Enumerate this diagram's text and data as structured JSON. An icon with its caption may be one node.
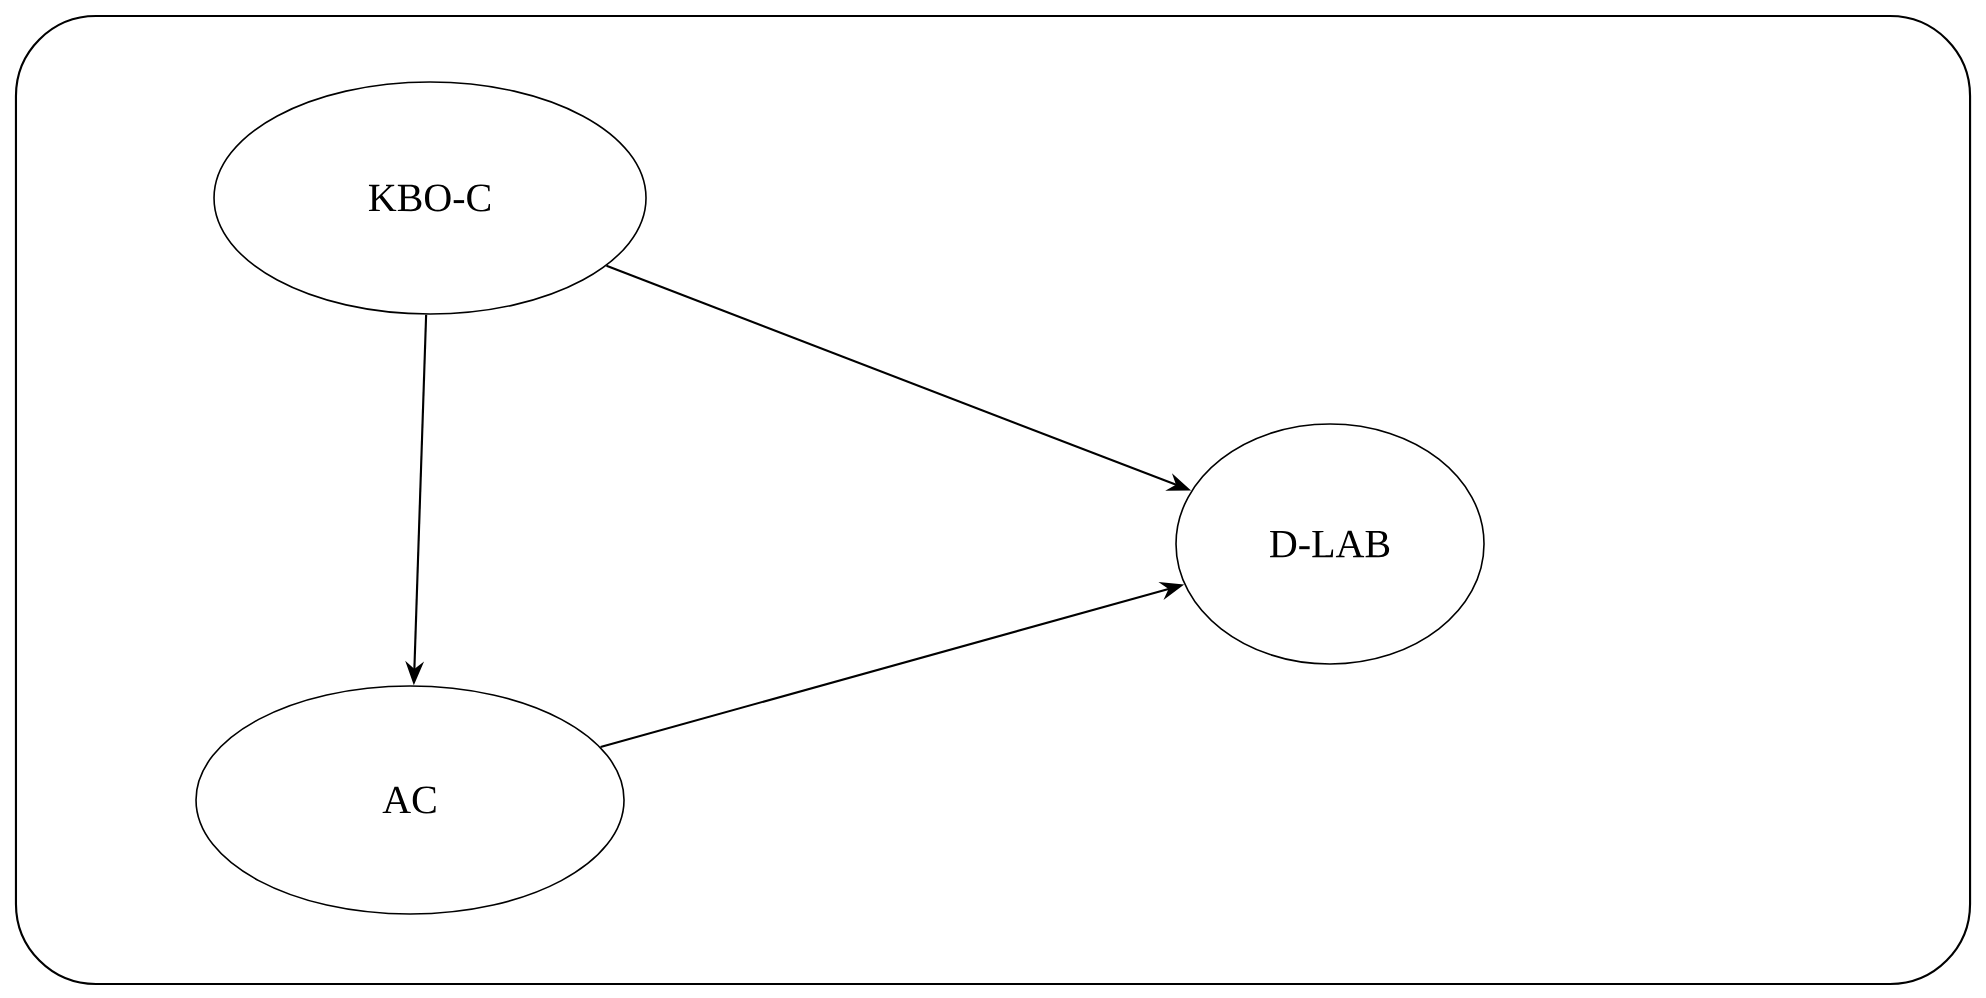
{
  "diagram": {
    "nodes": [
      {
        "text": [],
        "shape": "box"
      },
      {
        "text": [
          "KBO-C"
        ],
        "in": 0
      },
      {
        "text": [
          "D-LAB"
        ],
        "in": 0
      },
      {
        "text": [
          "AC"
        ],
        "in": 0
      }
    ],
    "edges": [
      {
        "from": 1,
        "to": 2,
        "arrow": "to"
      },
      {
        "from": 1,
        "to": 3,
        "arrow": "to"
      },
      {
        "from": 3,
        "to": 2,
        "arrow": "to"
      }
    ]
  }
}
